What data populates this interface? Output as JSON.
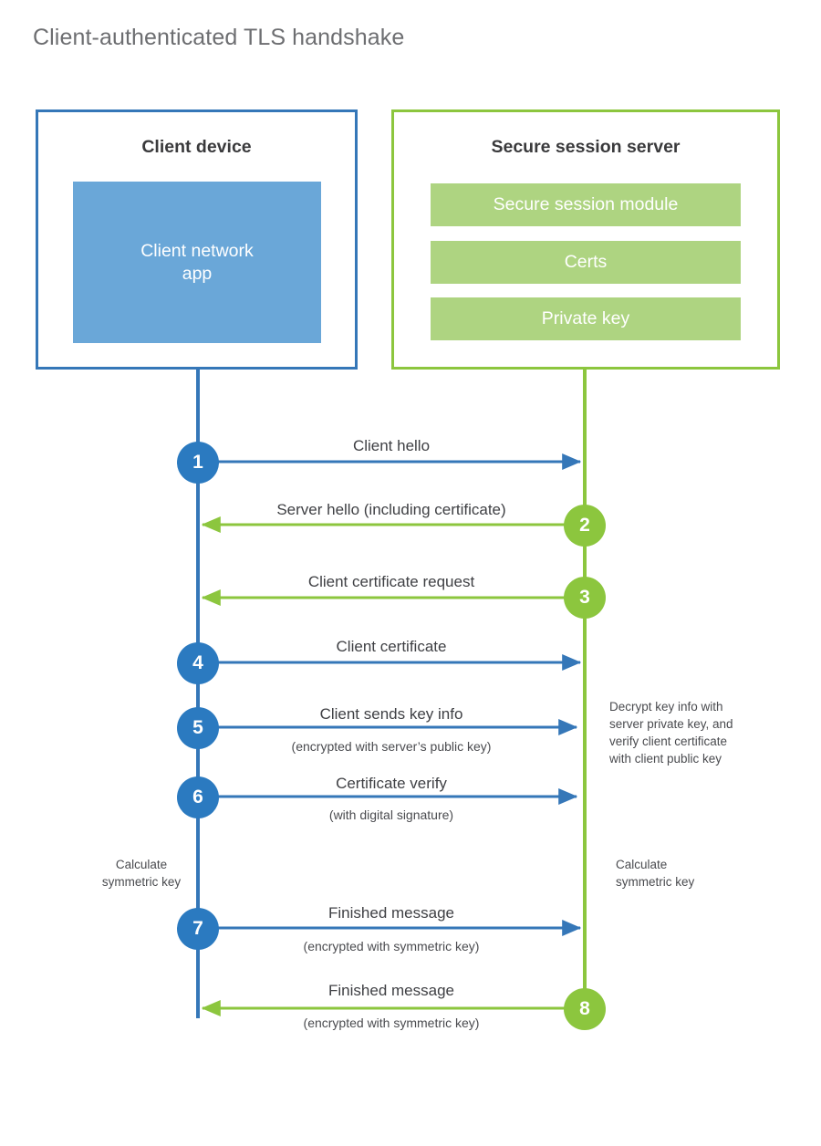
{
  "title": "Client-authenticated TLS handshake",
  "colors": {
    "client_blue": "#3577b8",
    "client_app_blue": "#6aa7d8",
    "client_circle_blue": "#2b7ac0",
    "server_green": "#8cc63e",
    "server_block_green": "#aed481",
    "title_gray": "#6d6e71",
    "text_gray": "#3f4044"
  },
  "client": {
    "title": "Client device",
    "app_label": "Client network\napp"
  },
  "server": {
    "title": "Secure session server",
    "blocks": [
      {
        "label": "Secure session module"
      },
      {
        "label": "Certs"
      },
      {
        "label": "Private key"
      }
    ]
  },
  "steps": [
    {
      "number": "1",
      "label": "Client hello",
      "sublabel": "",
      "direction": "client-to-server",
      "side": "client"
    },
    {
      "number": "2",
      "label": "Server hello (including certificate)",
      "sublabel": "",
      "direction": "server-to-client",
      "side": "server"
    },
    {
      "number": "3",
      "label": "Client certificate request",
      "sublabel": "",
      "direction": "server-to-client",
      "side": "server"
    },
    {
      "number": "4",
      "label": "Client certificate",
      "sublabel": "",
      "direction": "client-to-server",
      "side": "client"
    },
    {
      "number": "5",
      "label": "Client sends key info",
      "sublabel": "(encrypted with server’s public key)",
      "direction": "client-to-server",
      "side": "client"
    },
    {
      "number": "6",
      "label": "Certificate verify",
      "sublabel": "(with digital signature)",
      "direction": "client-to-server",
      "side": "client"
    },
    {
      "number": "7",
      "label": "Finished message",
      "sublabel": "(encrypted with symmetric key)",
      "direction": "client-to-server",
      "side": "client"
    },
    {
      "number": "8",
      "label": "Finished message",
      "sublabel": "(encrypted with symmetric key)",
      "direction": "server-to-client",
      "side": "server"
    }
  ],
  "notes": {
    "server_decrypt": "Decrypt key info with\nserver private key, and\nverify client certificate\nwith client public key",
    "client_calculate": "Calculate\nsymmetric key",
    "server_calculate": "Calculate\nsymmetric key"
  }
}
